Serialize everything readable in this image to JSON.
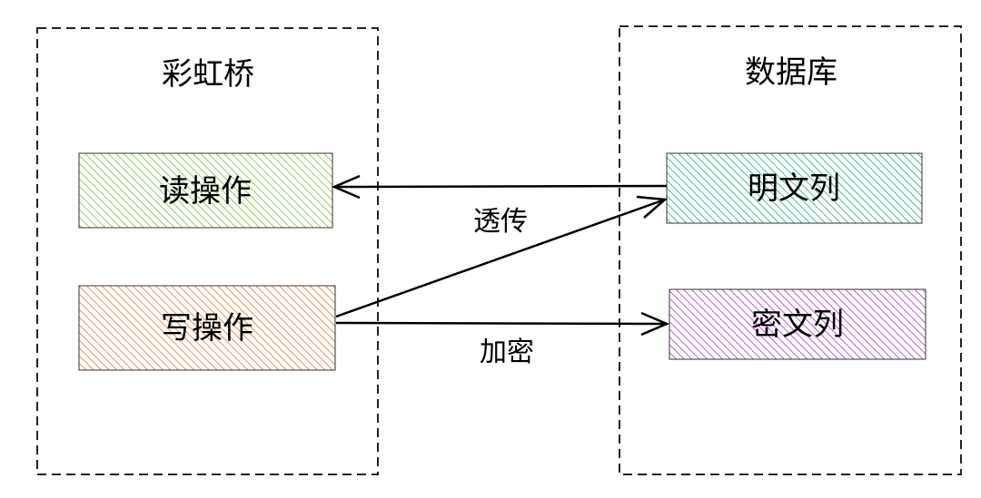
{
  "groups": {
    "left": {
      "title": "彩虹桥"
    },
    "right": {
      "title": "数据库"
    }
  },
  "nodes": {
    "read": {
      "label": "读操作",
      "fill": "#8fd14f"
    },
    "write": {
      "label": "写操作",
      "fill": "#f0904a"
    },
    "plain": {
      "label": "明文列",
      "fill": "#3fbf9f"
    },
    "cipher": {
      "label": "密文列",
      "fill": "#c05ad6"
    }
  },
  "edges": {
    "passthrough": {
      "label": "透传"
    },
    "encrypt": {
      "label": "加密"
    }
  },
  "colors": {
    "line": "#000000",
    "border": "#222222"
  }
}
